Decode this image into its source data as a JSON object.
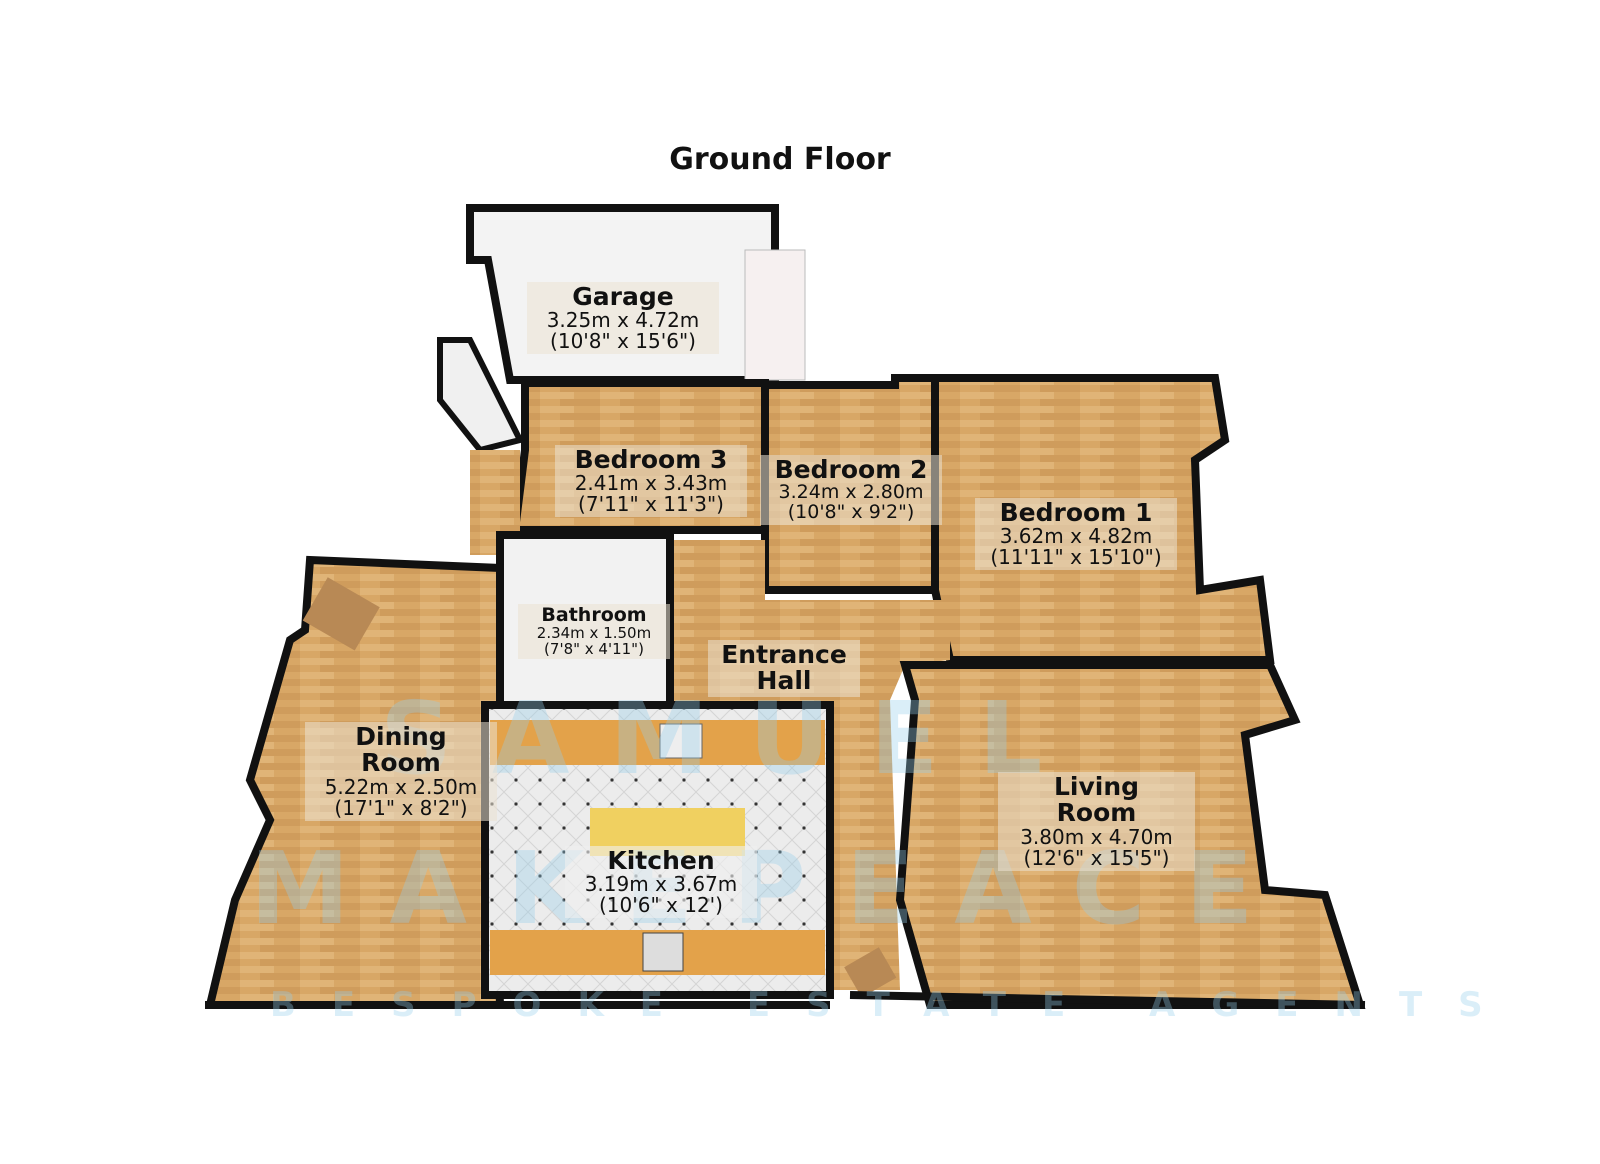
{
  "title": "Ground Floor",
  "rooms": {
    "garage": {
      "name": "Garage",
      "metric": "3.25m x 4.72m",
      "imperial": "(10'8\" x 15'6\")"
    },
    "bedroom3": {
      "name": "Bedroom 3",
      "metric": "2.41m x 3.43m",
      "imperial": "(7'11\" x 11'3\")"
    },
    "bedroom2": {
      "name": "Bedroom 2",
      "metric": "3.24m x 2.80m",
      "imperial": "(10'8\" x 9'2\")"
    },
    "bedroom1": {
      "name": "Bedroom 1",
      "metric": "3.62m x 4.82m",
      "imperial": "(11'11\" x 15'10\")"
    },
    "bathroom": {
      "name": "Bathroom",
      "metric": "2.34m x 1.50m",
      "imperial": "(7'8\" x 4'11\")"
    },
    "entrance": {
      "name": "Entrance Hall"
    },
    "dining": {
      "name": "Dining Room",
      "metric": "5.22m x 2.50m",
      "imperial": "(17'1\" x 8'2\")"
    },
    "kitchen": {
      "name": "Kitchen",
      "metric": "3.19m x 3.67m",
      "imperial": "(10'6\" x 12')"
    },
    "living": {
      "name": "Living Room",
      "metric": "3.80m x 4.70m",
      "imperial": "(12'6\" x 15'5\")"
    }
  },
  "watermark": {
    "line1": "SAMUEL",
    "line2": "MAKEPEACE",
    "line3": "BESPOKE ESTATE AGENTS"
  },
  "colors": {
    "wood": "#d9a866",
    "wall": "#111111",
    "tile": "#e6e6e6"
  }
}
